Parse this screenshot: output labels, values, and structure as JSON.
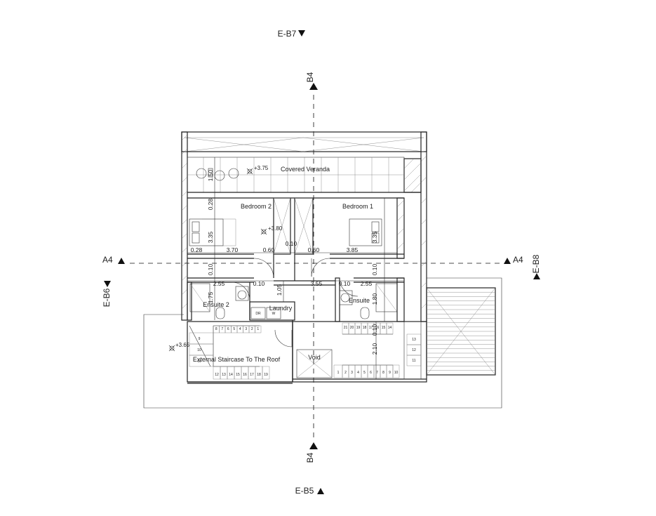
{
  "elevation_markers": {
    "top": "E-B7",
    "bottom": "E-B5",
    "left": "E-B6",
    "right": "E-B8"
  },
  "section_markers": {
    "vertical_top": "B4",
    "vertical_bottom": "B4",
    "horizontal_left": "A4",
    "horizontal_right": "A4"
  },
  "rooms": {
    "covered_veranda": "Covered Veranda",
    "bedroom_2": "Bedroom 2",
    "bedroom_1": "Bedroom 1",
    "ensuite_2": "Ensuite 2",
    "ensuite": "Ensuite",
    "laundry": "Laundry",
    "void": "Void",
    "external_staircase": "External Staircase To The Roof"
  },
  "appliance_labels": {
    "dryer": "DR",
    "washer": "W"
  },
  "levels": {
    "veranda": "+3.75",
    "bedroom": "+3.80",
    "outside": "+3.65"
  },
  "dimensions": {
    "veranda_depth": "1.50",
    "bedroom2_top": "0.28",
    "bedroom2_depth": "3.35",
    "bedroom1_depth": "3.35",
    "wall_left": "0.28",
    "bedroom2_width": "3.70",
    "corridor_left": "0.60",
    "corridor_mid": "0.10",
    "corridor_right": "0.60",
    "bedroom1_width": "3.85",
    "wall_left_lower": "0.10",
    "wall_right_lower": "0.10",
    "ensuite2_width": "2.55",
    "ensuite2_wall": "0.10",
    "laundry_depth": "1.05",
    "hall_width": "3.55",
    "ensuite_wall": "0.10",
    "ensuite_width": "2.55",
    "ensuite2_depth": "1.75",
    "ensuite_depth": "1.80",
    "stair_wall": "0.10",
    "stair_depth": "2.10"
  },
  "stairs": {
    "external_top": [
      "8",
      "7",
      "6",
      "5",
      "4",
      "3",
      "2",
      "1"
    ],
    "external_side": [
      "9",
      "10",
      "11"
    ],
    "external_bottom": [
      "12",
      "13",
      "14",
      "15",
      "16",
      "17",
      "18",
      "19"
    ],
    "internal_top": [
      "21",
      "20",
      "19",
      "18",
      "17",
      "16",
      "15",
      "14"
    ],
    "internal_right": [
      "13",
      "12",
      "11"
    ],
    "internal_bottom": [
      "2",
      "3",
      "4",
      "5",
      "6",
      "7",
      "8",
      "9",
      "10"
    ],
    "internal_left": [
      "1"
    ]
  }
}
